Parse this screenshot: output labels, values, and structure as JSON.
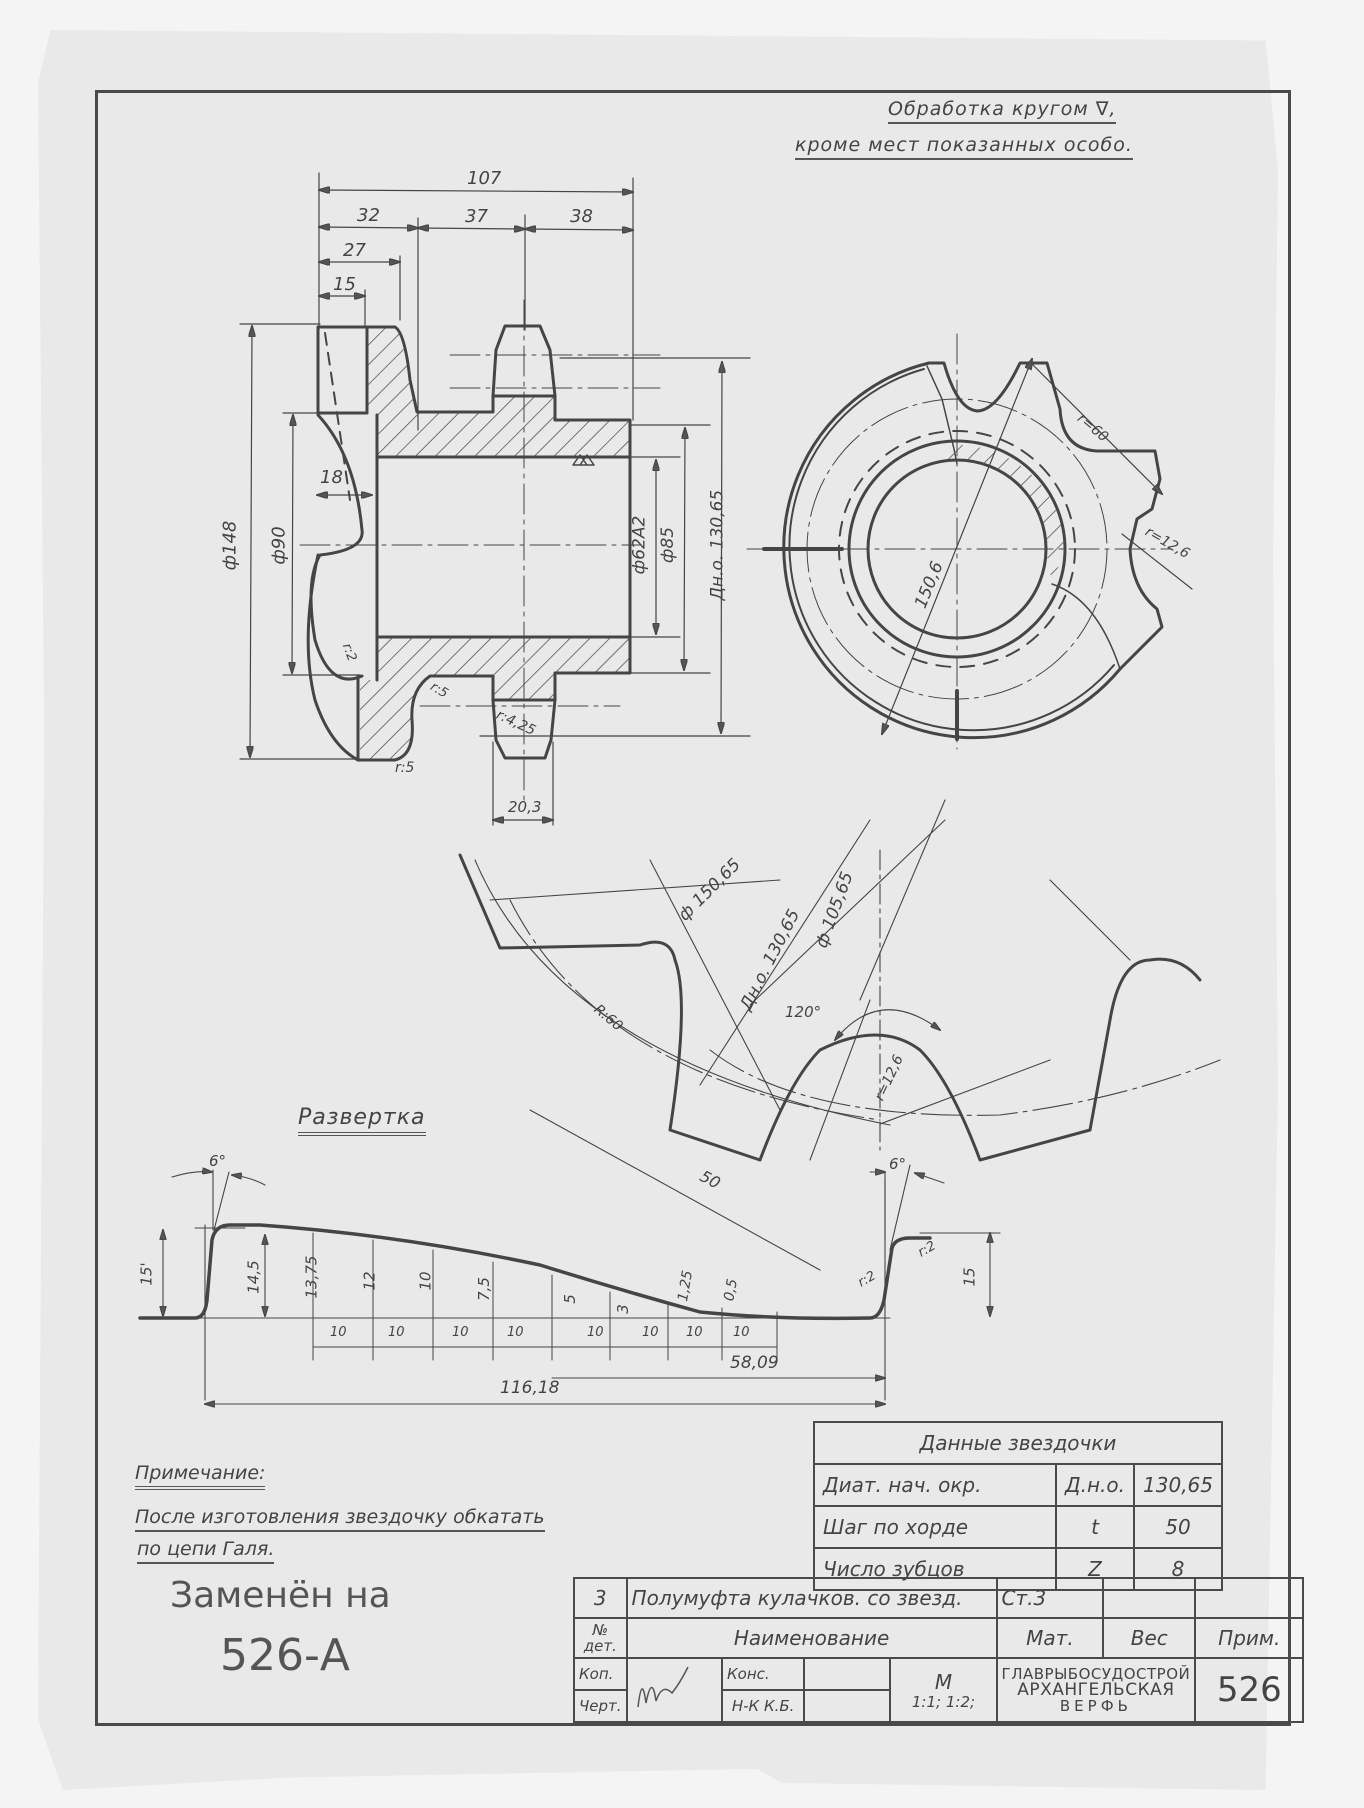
{
  "surface_note": {
    "line1": "Обработка кругом ∇,",
    "line2": "кроме мест показанных особо."
  },
  "section_view": {
    "dims_top": {
      "overall": "107",
      "d32": "32",
      "d37": "37",
      "d38": "38",
      "d27": "27",
      "d15": "15"
    },
    "dims_left": {
      "d148": "ф148",
      "d90": "ф90",
      "d18": "18"
    },
    "dims_right": {
      "bore": "ф62А2",
      "d85": "ф85",
      "pitch": "Дн.о. 130,65"
    },
    "radii": {
      "r2": "r:2",
      "r5a": "r:5",
      "r5b": "r:5",
      "r425": "r:4,25"
    },
    "tooth_width": "20,3"
  },
  "end_view": {
    "dia": "150,6",
    "r60": "r=60",
    "r126": "r=12,6"
  },
  "tooth_profile": {
    "d15065": "ф 150,65",
    "pitch": "Дн.о. 130,65",
    "d10565": "ф 105,65",
    "r60": "R:60",
    "angle": "120°",
    "r126": "r=12,6",
    "chord": "50"
  },
  "development": {
    "title": "Развертка",
    "angle_left": "6°",
    "angle_right": "6°",
    "height_left": "15'",
    "height_right": "15",
    "heights": [
      "14,5",
      "13,75",
      "12",
      "10",
      "7,5",
      "5",
      "3",
      "1,25",
      "0,5"
    ],
    "steps": [
      "10",
      "10",
      "10",
      "10",
      "10",
      "10",
      "10",
      "10"
    ],
    "r2a": "r:2",
    "r2b": "r:2",
    "half_len": "58,09",
    "total_len": "116,18"
  },
  "notes": {
    "heading": "Примечание:",
    "line1": "После изготовления звездочку обкатать",
    "line2": "по цепи Галя.",
    "replaced_line1": "Заменён на",
    "replaced_line2": "526-А"
  },
  "sprocket_data": {
    "title": "Данные звездочки",
    "rows": [
      {
        "label": "Диат. нач. окр.",
        "symbol": "Д.н.о.",
        "value": "130,65"
      },
      {
        "label": "Шаг по хорде",
        "symbol": "t",
        "value": "50"
      },
      {
        "label": "Число зубцов",
        "symbol": "Z",
        "value": "8"
      }
    ]
  },
  "title_block": {
    "part_no": "3",
    "part_name": "Полумуфта кулачков. со звезд.",
    "material": "Ст.3",
    "h_no": "№ дет.",
    "h_name": "Наименование",
    "h_mat": "Мат.",
    "h_weight": "Вес",
    "h_note": "Прим.",
    "kop": "Коп.",
    "chert": "Черт.",
    "kons": "Конс.",
    "nk": "Н-К К.Б.",
    "scale_label": "М",
    "scale_value": "1:1; 1:2;",
    "org1": "ГЛАВРЫБОСУДОСТРОЙ",
    "org2": "АРХАНГЕЛЬСКАЯ",
    "org3": "ВЕРФЬ",
    "drawing_no": "526"
  }
}
